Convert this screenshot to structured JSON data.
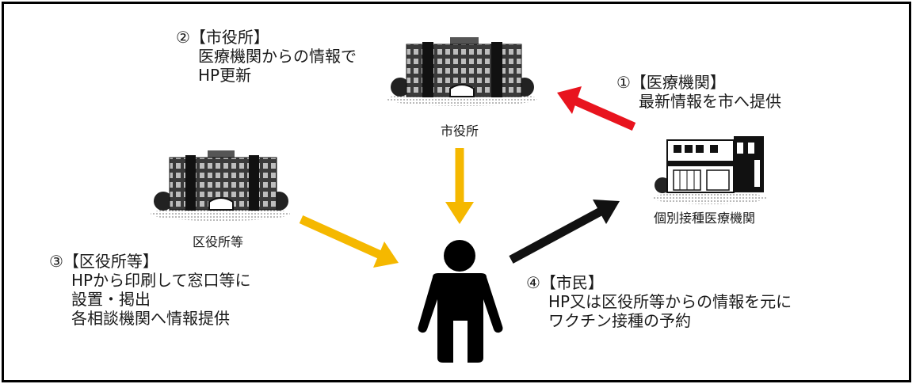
{
  "steps": {
    "medical": {
      "heading": "①【医療機関】",
      "lines": [
        "最新情報を市へ提供"
      ]
    },
    "city": {
      "heading": "②【市役所】",
      "lines": [
        "医療機関からの情報で",
        "HP更新"
      ]
    },
    "ward": {
      "heading": "③【区役所等】",
      "lines": [
        "HPから印刷して窓口等に",
        "設置・掲出",
        "各相談機関へ情報提供"
      ]
    },
    "citizen": {
      "heading": "④【市民】",
      "lines": [
        "HP又は区役所等からの情報を元に",
        "ワクチン接種の予約"
      ]
    }
  },
  "captions": {
    "city_hall": "市役所",
    "ward_office": "区役所等",
    "clinic": "個別接種医療機関"
  },
  "colors": {
    "red_arrow": "#e8141e",
    "yellow_arrow": "#f5b800",
    "black_arrow": "#111111"
  }
}
